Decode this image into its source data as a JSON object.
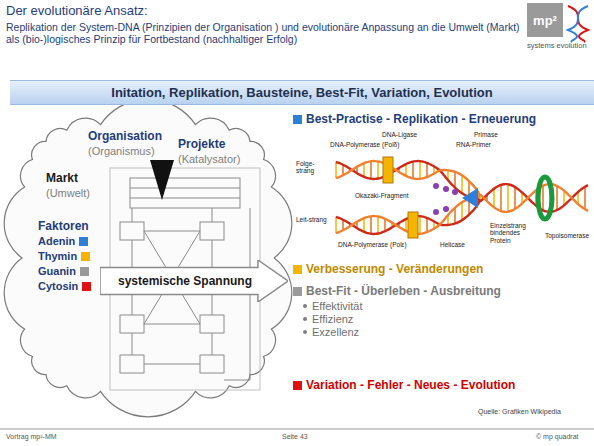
{
  "diagram": {
    "title": "Der evolutionäre Ansatz:",
    "caption": "Quelle: Grafiken Wikipedia",
    "nodes": [
      {
        "text": [
          "Initation, Replikation, Bausteine, Best-Fit, Variation, Evolution"
        ]
      },
      {
        "text": [
          "mp²",
          "systems evolution"
        ]
      },
      {
        "text": [
          "systemische Spannung"
        ]
      }
    ],
    "labels": [
      "Replikation der System-DNA (Prinzipien der Organisation ) und evolutionäre Anpassung an die Umwelt (Markt) als (bio-)logisches Prinzip für Fortbestand (nachhaltiger Erfolg)",
      "Markt",
      "(Umwelt)",
      "Organisation",
      "(Organismus)",
      "Projekte",
      "(Katalysator)",
      "Faktoren",
      "Primase",
      "DNA-Ligase",
      "RNA-Primer",
      "DNA-Polymerase (Polδ)",
      "Okazaki-Fragment",
      "Folge-strang",
      "Leit-strang",
      "DNA-Polymerase (Polε)",
      "Helicase",
      "Einzelstrang bindendes Protein",
      "Topoisomerase",
      "Effektivität",
      "Effizienz",
      "Exzellenz",
      "Vortrag mp²-MM",
      "Seite 43",
      "© mp quadrat"
    ],
    "legend": [
      {
        "text": "Adenin",
        "color": "#2f7fd8"
      },
      {
        "text": "Thymin",
        "color": "#f4b400"
      },
      {
        "text": "Guanin",
        "color": "#9a9a9a"
      },
      {
        "text": "Cytosin",
        "color": "#e01010"
      },
      {
        "text": "Best-Practise - Replikation - Erneuerung",
        "color": "#2f7fd8"
      },
      {
        "text": "Verbesserung - Veränderungen",
        "color": "#f4b400"
      },
      {
        "text": "Best-Fit - Überleben - Ausbreitung",
        "color": "#9a9a9a"
      },
      {
        "text": "Variation - Fehler - Neues - Evolution",
        "color": "#e01010"
      }
    ]
  }
}
